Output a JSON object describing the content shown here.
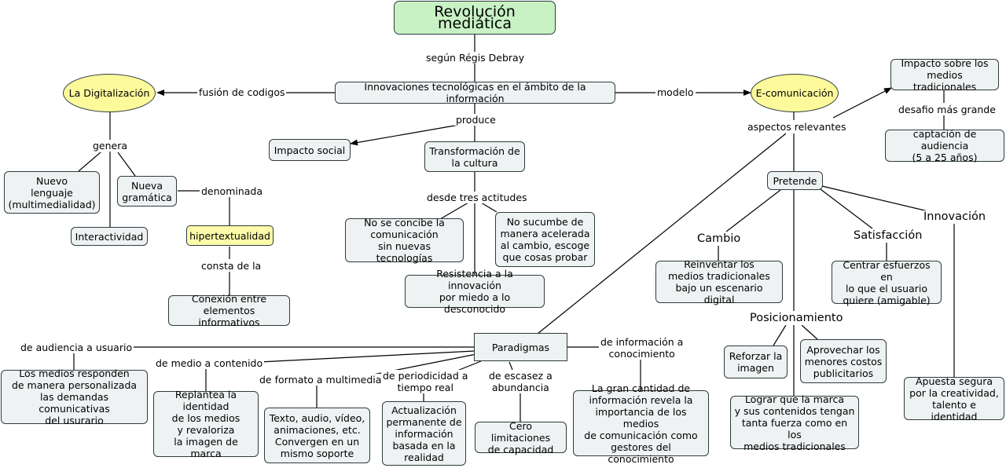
{
  "colors": {
    "line": "#000000",
    "node_fill": "#eef2f3",
    "title_fill": "#c8f2c4",
    "concept_fill": "#fdfa9b",
    "highlight_fill": "#fdfbaa"
  },
  "nodes": {
    "revolucion": "Revolución mediática",
    "innovaciones": "Innovaciones tecnológicas en el ámbito de la información",
    "digitalizacion": "La Digitalización",
    "ecomunicacion": "E-comunicación",
    "impacto_medios": "Impacto sobre los\nmedios tradicionales",
    "captacion": "captación de audiencia\n(5 a 25 años)",
    "impacto_social": "Impacto social",
    "transformacion": "Transformación de\nla cultura",
    "nuevo_lenguaje": "Nuevo\nlenguaje\n(multimedialidad)",
    "nueva_gramatica": "Nueva\ngramática",
    "interactividad": "Interactividad",
    "hipertextualidad": "hipertextualidad",
    "conexion": "Conexión entre\nelementos informativos",
    "no_se_concibe": "No se concibe la\ncomunicación\nsin nuevas tecnologías",
    "no_sucumbe": "No sucumbe de\nmanera acelerada\nal cambio, escoge\nque cosas probar",
    "resistencia": "Resistencia a la innovación\npor miedo a lo desconocido",
    "pretende": "Pretende",
    "reinventar": "Reinventar los\nmedios tradicionales\nbajo un escenario digital",
    "centrar": "Centrar esfuerzos en\nlo que el usuario\nquiere (amigable)",
    "reforzar": "Reforzar la\nimagen",
    "aprovechar": "Aprovechar los\nmenores costos\npublicitarios",
    "lograr": "Lograr que la marca\ny sus contenidos tengan\ntanta fuerza como en los\nmedios tradicionales",
    "apuesta": "Apuesta segura\npor la creatividad,\ntalento e identidad",
    "paradigmas": "Paradigmas",
    "medios_responden": "Los medios responden\nde manera personalizada\nlas demandas comunicativas\ndel usurario",
    "replantea": "Replantea la\nidentidad\nde los medios\ny revaloriza\nla imagen de marca",
    "texto_audio": "Texto, audio, vídeo,\nanimaciones, etc.\nConvergen en un\nmismo soporte",
    "actualizacion": "Actualización\npermanente de\ninformación\nbasada en la\nrealidad",
    "cero": "Cero limitaciones\nde capacidad",
    "gran_cantidad": "La gran cantidad de\ninformación revela la\nimportancia de los medios\nde comunicación como\ngestores del conocimiento"
  },
  "links": {
    "segun": "según Régis Debray",
    "fusion": "fusión de codigos",
    "modelo": "modelo",
    "produce": "produce",
    "genera": "genera",
    "denominada": "denominada",
    "consta": "consta de la",
    "desde_tres": "desde tres actitudes",
    "aspectos": "aspectos relevantes",
    "desafio": "desafio más grande",
    "cambio": "Cambio",
    "satisfaccion": "Satisfacción",
    "innovacion": "Innovación",
    "posicionamiento": "Posicionamiento",
    "audiencia_usuario": "de audiencia a usuario",
    "medio_contenido": "de medio a contenido",
    "formato_multimedia": "de formato a multimedia",
    "periodicidad": "de periodicidad a\ntiempo real",
    "escasez": "de escasez a\nabundancia",
    "informacion_conocimiento": "de información a\nconocimiento"
  }
}
